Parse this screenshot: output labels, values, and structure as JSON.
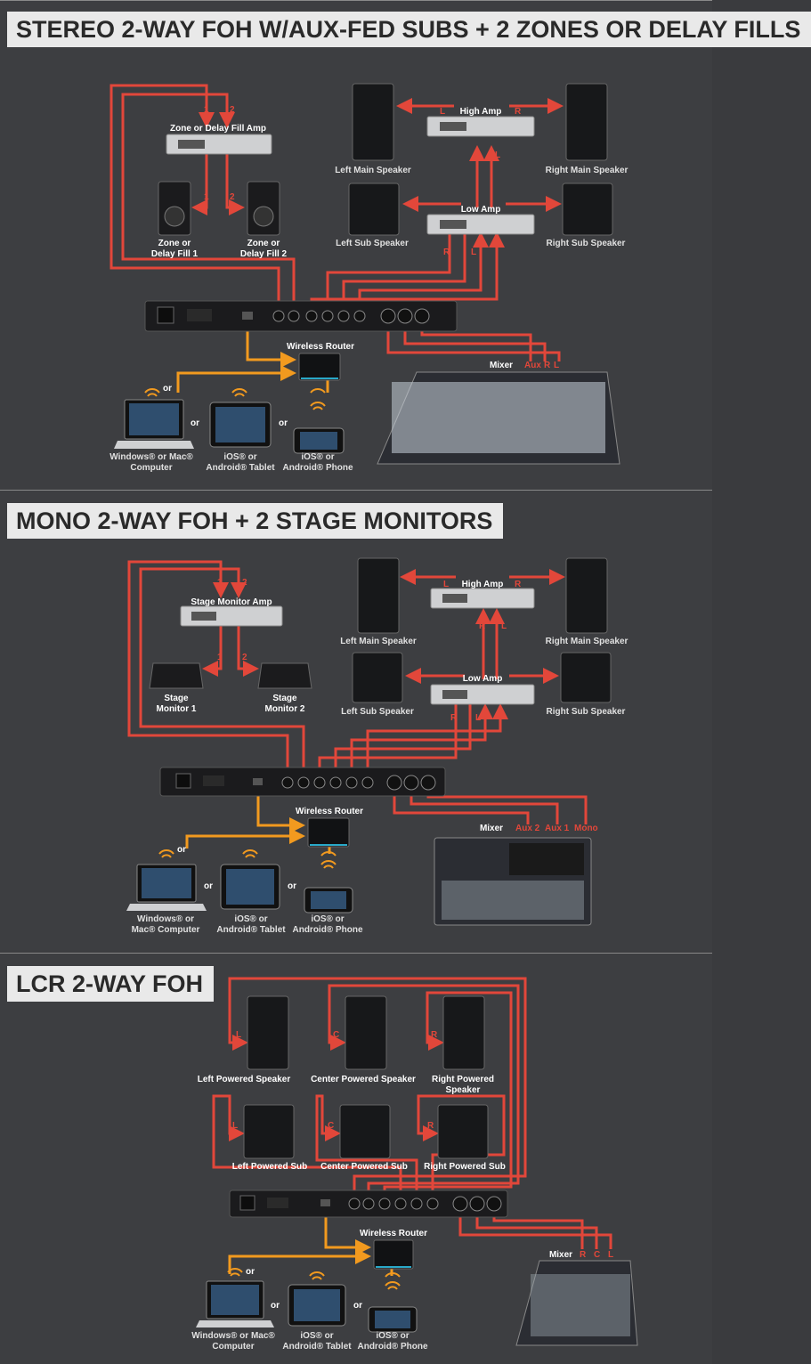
{
  "panels": [
    {
      "title": "STEREO 2-WAY FOH W/AUX-FED SUBS + 2 ZONES OR DELAY FILLS",
      "zone_amp": "Zone or Delay Fill Amp",
      "zone_fill_1": [
        "Zone or",
        "Delay Fill 1"
      ],
      "zone_fill_2": [
        "Zone or",
        "Delay Fill 2"
      ],
      "high_amp": "High Amp",
      "low_amp": "Low Amp",
      "left_main": "Left Main Speaker",
      "right_main": "Right Main Speaker",
      "left_sub": "Left Sub Speaker",
      "right_sub": "Right Sub Speaker",
      "router": "Wireless Router",
      "mixer": "Mixer",
      "mixer_inputs": [
        "Aux",
        "R",
        "L"
      ],
      "computer": [
        "Windows® or Mac®",
        "Computer"
      ],
      "tablet": [
        "iOS® or",
        "Android® Tablet"
      ],
      "phone": [
        "iOS® or",
        "Android® Phone"
      ],
      "or": "or",
      "ch1": "1",
      "ch2": "2",
      "L": "L",
      "R": "R"
    },
    {
      "title": "MONO 2-WAY FOH + 2 STAGE MONITORS",
      "monitor_amp": "Stage Monitor Amp",
      "monitor_1": [
        "Stage",
        "Monitor 1"
      ],
      "monitor_2": [
        "Stage",
        "Monitor 2"
      ],
      "high_amp": "High Amp",
      "low_amp": "Low Amp",
      "left_main": "Left Main Speaker",
      "right_main": "Right Main Speaker",
      "left_sub": "Left Sub Speaker",
      "right_sub": "Right Sub Speaker",
      "router": "Wireless Router",
      "mixer": "Mixer",
      "mixer_inputs": [
        "Aux 2",
        "Aux 1",
        "Mono"
      ],
      "computer": [
        "Windows® or",
        "Mac® Computer"
      ],
      "tablet": [
        "iOS® or",
        "Android® Tablet"
      ],
      "phone": [
        "iOS® or",
        "Android® Phone"
      ],
      "or": "or",
      "ch1": "1",
      "ch2": "2",
      "L": "L",
      "R": "R"
    },
    {
      "title": "LCR 2-WAY FOH",
      "left_speaker": "Left Powered Speaker",
      "center_speaker": "Center Powered Speaker",
      "right_speaker": [
        "Right Powered",
        "Speaker"
      ],
      "left_sub": "Left Powered Sub",
      "center_sub": "Center Powered Sub",
      "right_sub": "Right Powered Sub",
      "router": "Wireless Router",
      "mixer": "Mixer",
      "mixer_inputs": [
        "R",
        "C",
        "L"
      ],
      "computer": [
        "Windows® or Mac®",
        "Computer"
      ],
      "tablet": [
        "iOS® or",
        "Android® Tablet"
      ],
      "phone": [
        "iOS® or",
        "Android® Phone"
      ],
      "or": "or",
      "L": "L",
      "C": "C",
      "R": "R"
    }
  ],
  "colors": {
    "cable": "#e2473a",
    "network": "#f29a1f",
    "background": "#3d3e41",
    "banner": "#e9e9e9"
  }
}
